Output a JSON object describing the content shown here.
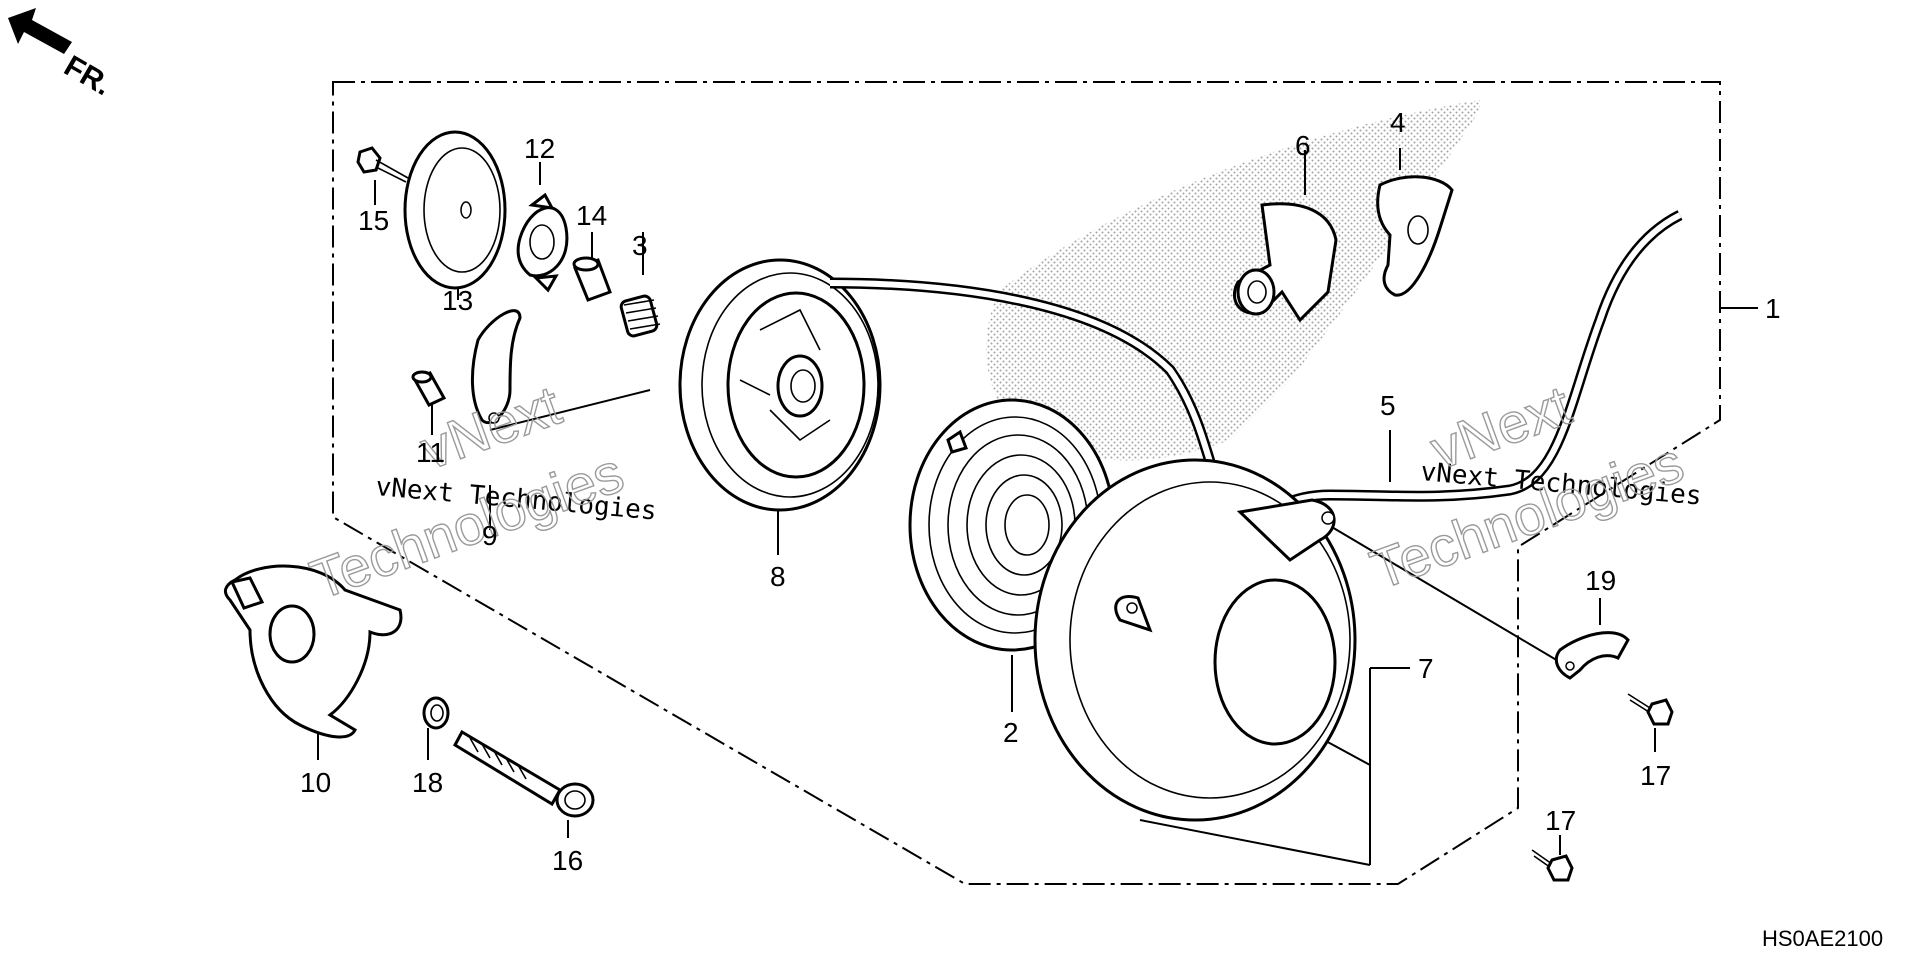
{
  "direction_label": "FR.",
  "diagram_code": "HS0AE2100",
  "watermark": {
    "mono_text": "vNext Technologies",
    "outline_a": "vNext",
    "outline_b": "Technologies"
  },
  "callouts": [
    "1",
    "2",
    "3",
    "4",
    "5",
    "6",
    "7",
    "8",
    "9",
    "10",
    "11",
    "12",
    "13",
    "14",
    "15",
    "16",
    "17",
    "17",
    "18",
    "19"
  ],
  "colors": {
    "line": "#000000",
    "dots": "#555555",
    "background": "#ffffff",
    "watermark": "#9a9a9a"
  }
}
